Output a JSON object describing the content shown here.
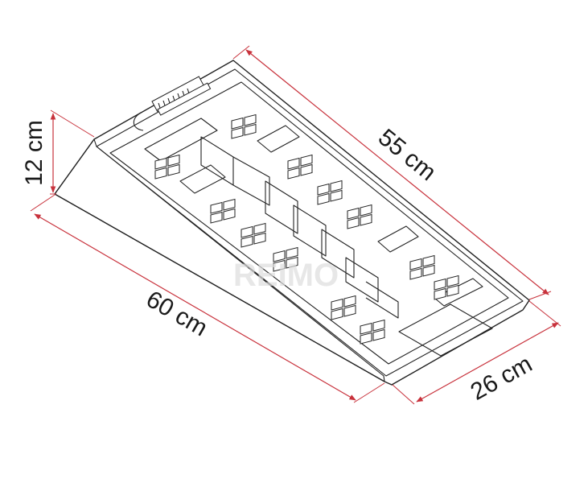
{
  "dimensions": {
    "height": "12 cm",
    "length_bottom": "60 cm",
    "length_top": "55 cm",
    "width": "26 cm"
  },
  "colors": {
    "dimension_line": "#c8323c",
    "outline": "#222222",
    "background": "#ffffff"
  },
  "watermark": "REIMO"
}
